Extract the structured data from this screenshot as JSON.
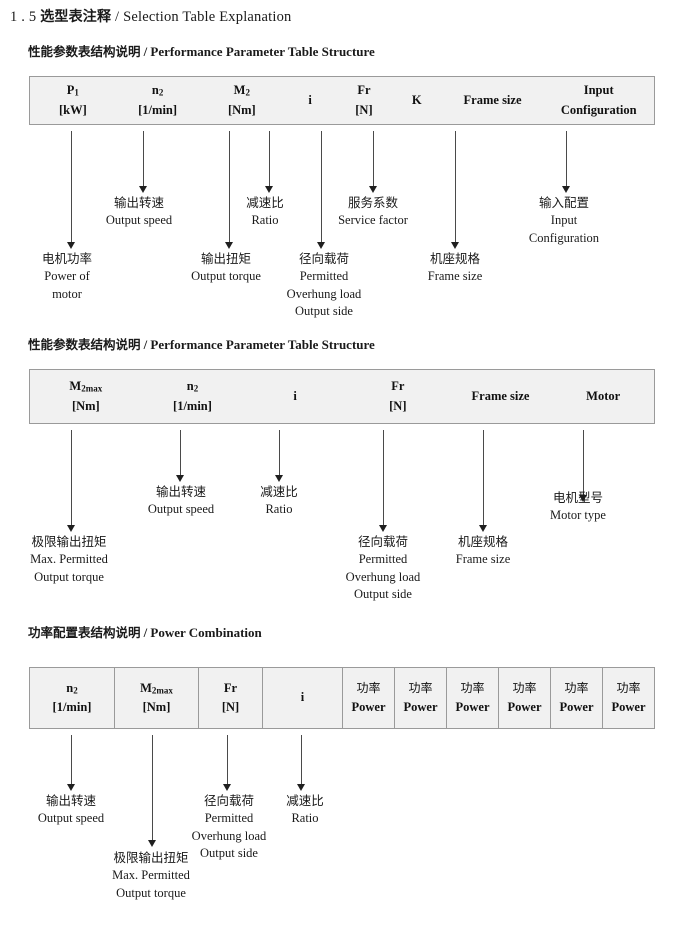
{
  "document": {
    "title_number": "1 . 5",
    "title_cn": "选型表注释",
    "title_sep": "/",
    "title_en": "Selection Table Explanation"
  },
  "sections": [
    {
      "heading_cn": "性能参数表结构说明",
      "heading_sep": "/",
      "heading_en": "Performance Parameter Table Structure",
      "table": {
        "ruled": false,
        "columns": [
          {
            "symbol": "P",
            "sub": "1",
            "unit": "[kW]"
          },
          {
            "symbol": "n",
            "sub": "2",
            "unit": "[1/min]"
          },
          {
            "symbol": "M",
            "sub": "2",
            "unit": "[Nm]"
          },
          {
            "symbol": "i",
            "sub": "",
            "unit": ""
          },
          {
            "symbol": "Fr",
            "sub": "",
            "unit": "[N]"
          },
          {
            "symbol": "K",
            "sub": "",
            "unit": ""
          },
          {
            "symbol": "Frame size",
            "sub": "",
            "unit": ""
          },
          {
            "symbol": "Input",
            "sub": "",
            "unit": "Configuration"
          }
        ]
      },
      "callouts": [
        {
          "cn": "电机功率",
          "en": [
            "Power of",
            "motor"
          ]
        },
        {
          "cn": "输出转速",
          "en": [
            "Output speed"
          ]
        },
        {
          "cn": "输出扭矩",
          "en": [
            "Output torque"
          ]
        },
        {
          "cn": "减速比",
          "en": [
            "Ratio"
          ]
        },
        {
          "cn": "径向载荷",
          "en": [
            "Permitted",
            "Overhung load",
            "Output side"
          ]
        },
        {
          "cn": "服务系数",
          "en": [
            "Service factor"
          ]
        },
        {
          "cn": "机座规格",
          "en": [
            "Frame size"
          ]
        },
        {
          "cn": "输入配置",
          "en": [
            "Input",
            "Configuration"
          ]
        }
      ]
    },
    {
      "heading_cn": "性能参数表结构说明",
      "heading_sep": "/",
      "heading_en": "Performance Parameter Table Structure",
      "table": {
        "ruled": false,
        "columns": [
          {
            "symbol": "M",
            "sub": "2max",
            "unit": "[Nm]"
          },
          {
            "symbol": "n",
            "sub": "2",
            "unit": "[1/min]"
          },
          {
            "symbol": "i",
            "sub": "",
            "unit": ""
          },
          {
            "symbol": "Fr",
            "sub": "",
            "unit": "[N]"
          },
          {
            "symbol": "Frame size",
            "sub": "",
            "unit": ""
          },
          {
            "symbol": "Motor",
            "sub": "",
            "unit": ""
          }
        ]
      },
      "callouts": [
        {
          "cn": "极限输出扭矩",
          "en": [
            "Max. Permitted",
            "Output  torque"
          ]
        },
        {
          "cn": "输出转速",
          "en": [
            "Output speed"
          ]
        },
        {
          "cn": "减速比",
          "en": [
            "Ratio"
          ]
        },
        {
          "cn": "径向载荷",
          "en": [
            "Permitted",
            "Overhung load",
            "Output side"
          ]
        },
        {
          "cn": "机座规格",
          "en": [
            "Frame size"
          ]
        },
        {
          "cn": "电机型号",
          "en": [
            "Motor type"
          ]
        }
      ]
    },
    {
      "heading_cn": "功率配置表结构说明",
      "heading_sep": "/",
      "heading_en": "Power Combination",
      "table": {
        "ruled": true,
        "columns": [
          {
            "symbol": "n",
            "sub": "2",
            "unit": "[1/min]"
          },
          {
            "symbol": "M",
            "sub": "2max",
            "unit": "[Nm]"
          },
          {
            "symbol": "Fr",
            "sub": "",
            "unit": "[N]"
          },
          {
            "symbol": "i",
            "sub": "",
            "unit": ""
          },
          {
            "symbol_cn": "功率",
            "sub": "",
            "unit": "Power"
          },
          {
            "symbol_cn": "功率",
            "sub": "",
            "unit": "Power"
          },
          {
            "symbol_cn": "功率",
            "sub": "",
            "unit": "Power"
          },
          {
            "symbol_cn": "功率",
            "sub": "",
            "unit": "Power"
          },
          {
            "symbol_cn": "功率",
            "sub": "",
            "unit": "Power"
          },
          {
            "symbol_cn": "功率",
            "sub": "",
            "unit": "Power"
          }
        ]
      },
      "callouts": [
        {
          "cn": "输出转速",
          "en": [
            "Output speed"
          ]
        },
        {
          "cn": "极限输出扭矩",
          "en": [
            "Max. Permitted",
            "Output  torque"
          ]
        },
        {
          "cn": "径向载荷",
          "en": [
            "Permitted",
            "Overhung load",
            "Output side"
          ]
        },
        {
          "cn": "减速比",
          "en": [
            "Ratio"
          ]
        }
      ]
    }
  ]
}
